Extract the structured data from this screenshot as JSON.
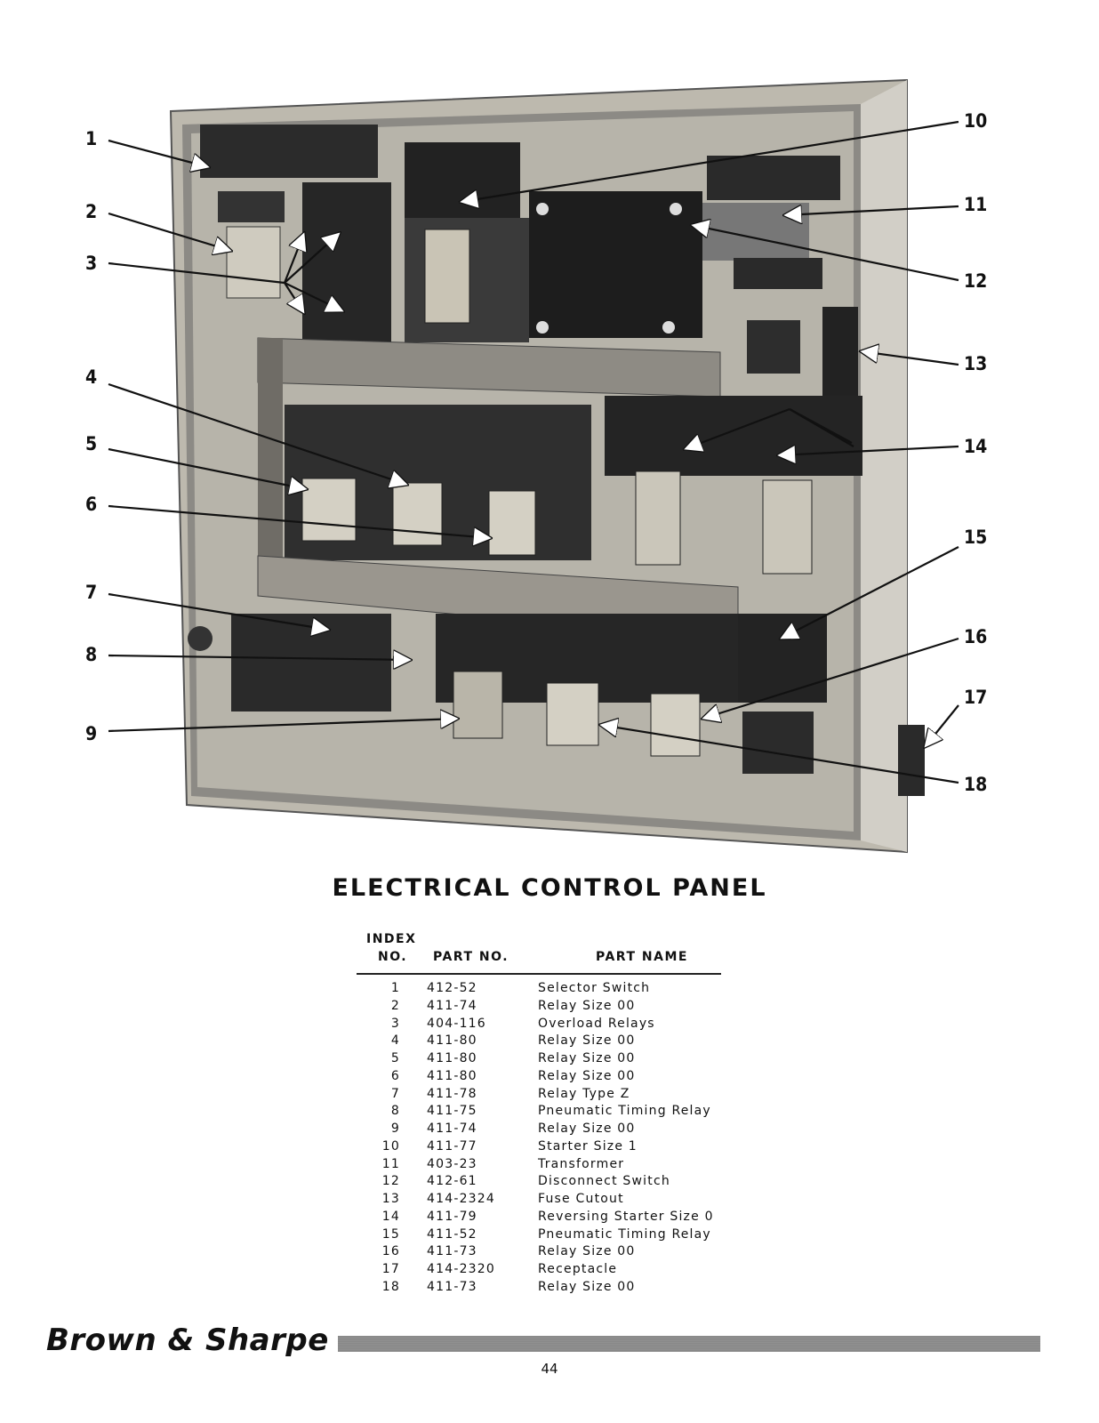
{
  "figure": {
    "callouts": [
      "1",
      "2",
      "3",
      "4",
      "5",
      "6",
      "7",
      "8",
      "9",
      "10",
      "11",
      "12",
      "13",
      "14",
      "15",
      "16",
      "17",
      "18"
    ]
  },
  "title": "ELECTRICAL CONTROL PANEL",
  "parts_table": {
    "headers": {
      "index_line1": "INDEX",
      "index_line2": "NO.",
      "part_no": "PART NO.",
      "part_name": "PART NAME"
    },
    "rows": [
      {
        "index": "1",
        "part_no": "412-52",
        "part_name": "Selector Switch"
      },
      {
        "index": "2",
        "part_no": "411-74",
        "part_name": "Relay Size 00"
      },
      {
        "index": "3",
        "part_no": "404-116",
        "part_name": "Overload Relays"
      },
      {
        "index": "4",
        "part_no": "411-80",
        "part_name": "Relay Size 00"
      },
      {
        "index": "5",
        "part_no": "411-80",
        "part_name": "Relay Size 00"
      },
      {
        "index": "6",
        "part_no": "411-80",
        "part_name": "Relay Size 00"
      },
      {
        "index": "7",
        "part_no": "411-78",
        "part_name": "Relay Type Z"
      },
      {
        "index": "8",
        "part_no": "411-75",
        "part_name": "Pneumatic Timing Relay"
      },
      {
        "index": "9",
        "part_no": "411-74",
        "part_name": "Relay Size 00"
      },
      {
        "index": "10",
        "part_no": "411-77",
        "part_name": "Starter Size 1"
      },
      {
        "index": "11",
        "part_no": "403-23",
        "part_name": "Transformer"
      },
      {
        "index": "12",
        "part_no": "412-61",
        "part_name": "Disconnect Switch"
      },
      {
        "index": "13",
        "part_no": "414-2324",
        "part_name": "Fuse Cutout"
      },
      {
        "index": "14",
        "part_no": "411-79",
        "part_name": "Reversing Starter Size 0"
      },
      {
        "index": "15",
        "part_no": "411-52",
        "part_name": "Pneumatic Timing Relay"
      },
      {
        "index": "16",
        "part_no": "411-73",
        "part_name": "Relay Size 00"
      },
      {
        "index": "17",
        "part_no": "414-2320",
        "part_name": "Receptacle"
      },
      {
        "index": "18",
        "part_no": "411-73",
        "part_name": "Relay Size 00"
      }
    ]
  },
  "footer": {
    "brand": "Brown & Sharpe",
    "page_number": "44"
  }
}
